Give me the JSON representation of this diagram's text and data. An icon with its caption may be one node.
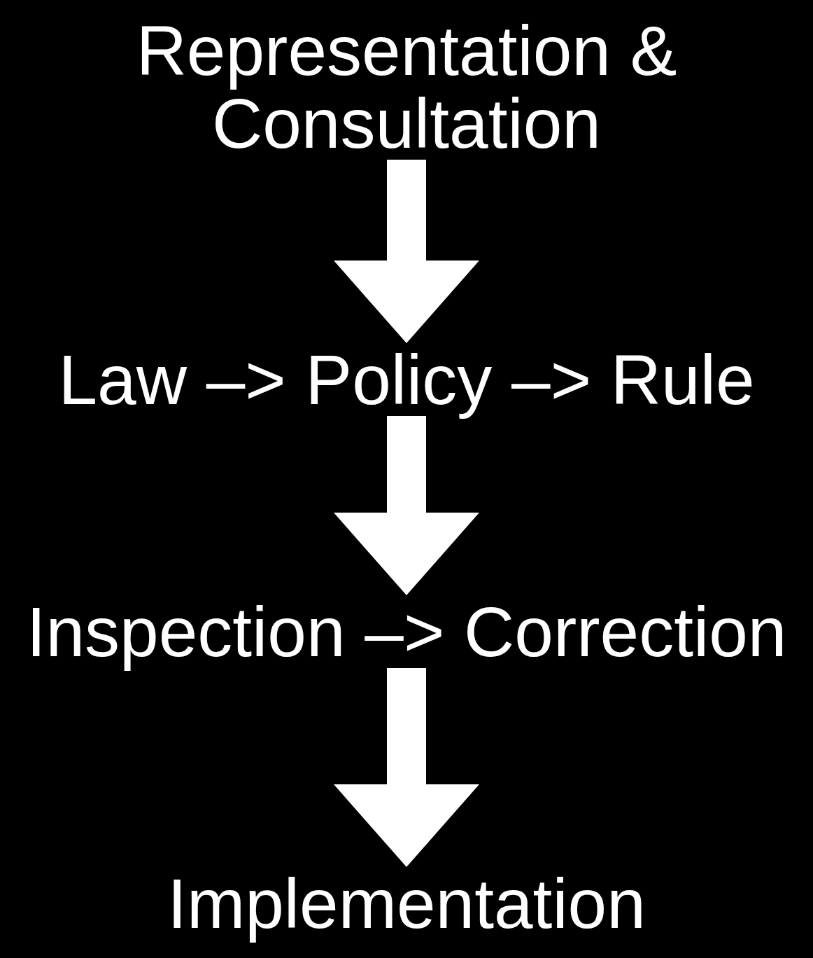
{
  "diagram": {
    "nodes": [
      {
        "text": [
          "Representation & Consultation"
        ]
      },
      {
        "text": [
          "Law –> Policy –> Rule"
        ]
      },
      {
        "text": [
          "Inspection –> Correction"
        ]
      },
      {
        "text": [
          "Implementation"
        ]
      }
    ],
    "edges": [
      {
        "from": 0,
        "to": 1,
        "arrow": "to",
        "style": "thick"
      },
      {
        "from": 1,
        "to": 2,
        "arrow": "to",
        "style": "thick"
      },
      {
        "from": 2,
        "to": 3,
        "arrow": "to",
        "style": "thick"
      }
    ]
  }
}
